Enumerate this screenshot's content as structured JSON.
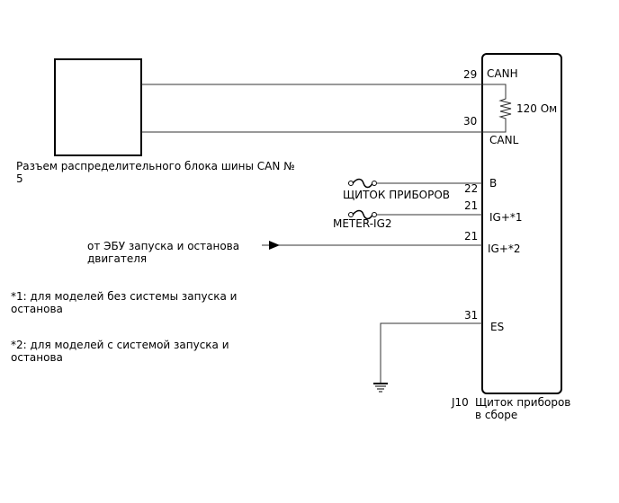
{
  "left_connector": {
    "label_line1": "Разъем распределительного блока шины CAN №",
    "label_line2": "5"
  },
  "ecu": {
    "code": "J10",
    "name_line1": "Щиток приборов",
    "name_line2": "в сборе"
  },
  "resistor": {
    "label": "120 Ом"
  },
  "pins": [
    {
      "number": "29",
      "name": "CANH"
    },
    {
      "number": "30",
      "name": "CANL"
    },
    {
      "number": "22",
      "name": "B"
    },
    {
      "number": "21",
      "name": "IG+*1"
    },
    {
      "number": "21",
      "name": "IG+*2"
    },
    {
      "number": "31",
      "name": "ES"
    }
  ],
  "fuses": [
    {
      "label": "ЩИТОК ПРИБОРОВ"
    },
    {
      "label": "METER-IG2"
    }
  ],
  "signal_source": {
    "line1": "от ЭБУ запуска и останова",
    "line2": "двигателя"
  },
  "notes": [
    {
      "line1": "*1: для моделей без системы запуска и",
      "line2": "останова"
    },
    {
      "line1": "*2: для моделей с системой запуска и",
      "line2": "останова"
    }
  ]
}
